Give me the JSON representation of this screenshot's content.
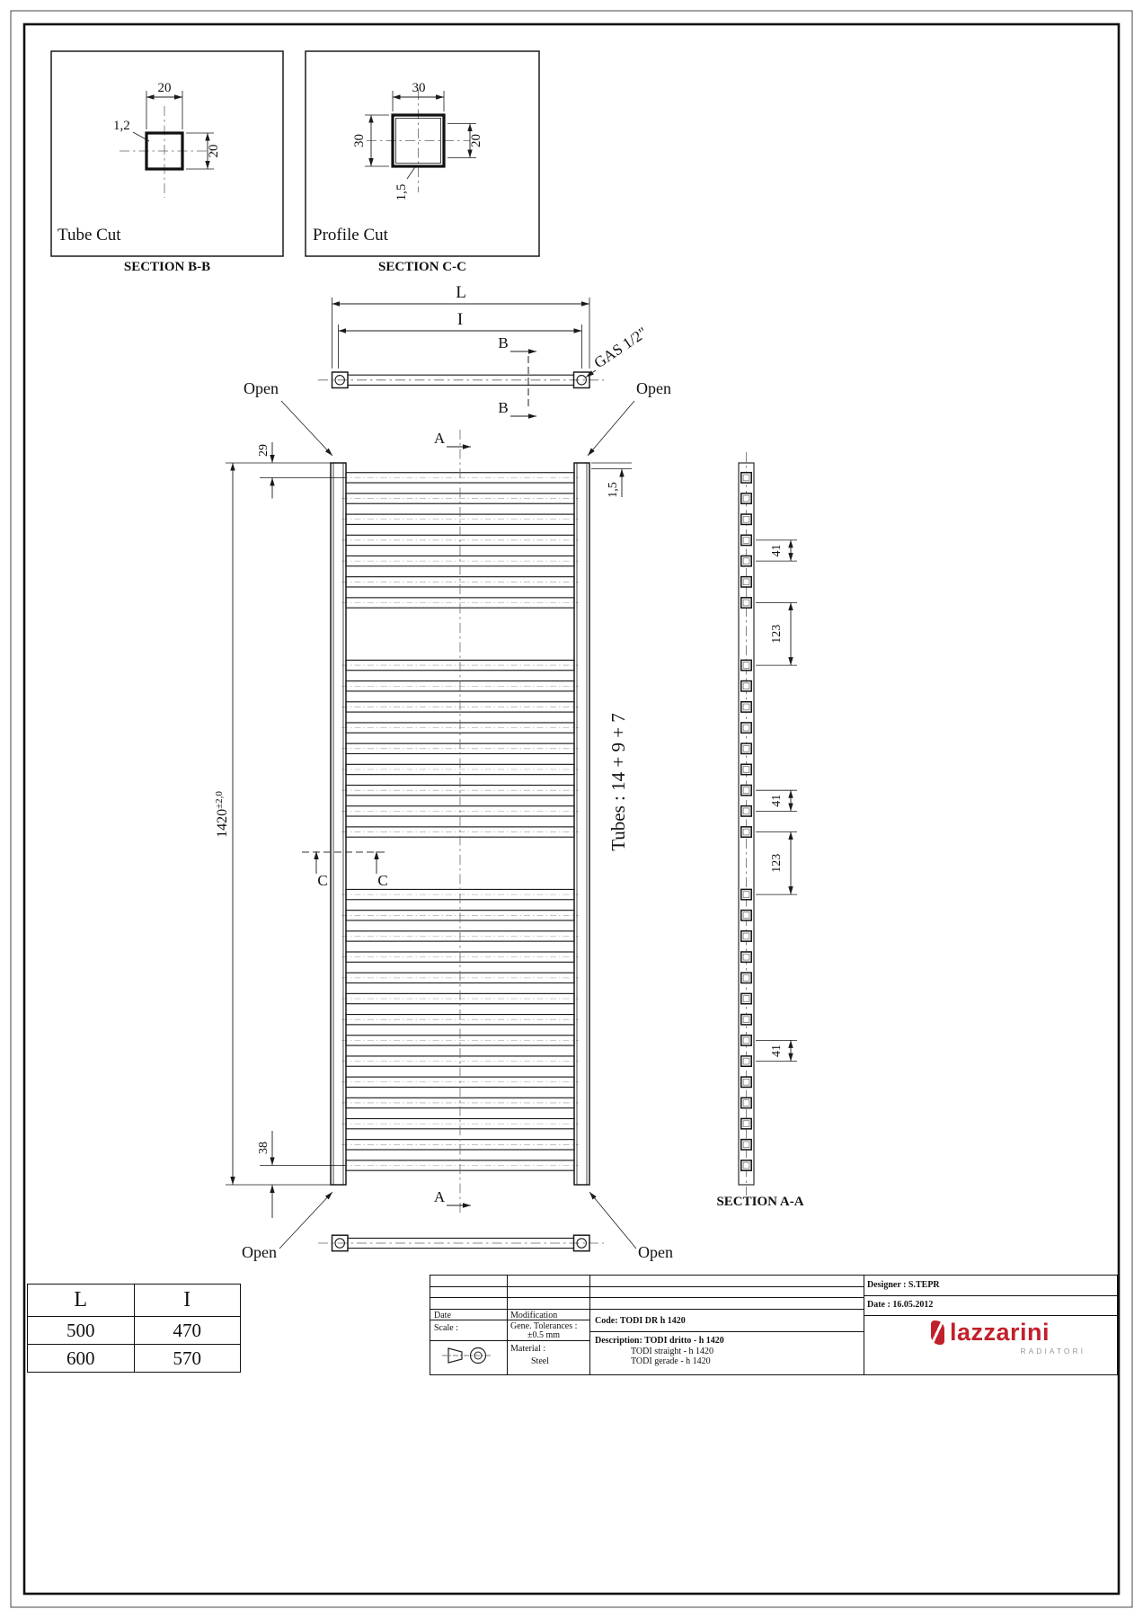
{
  "section_bb": {
    "title": "Tube Cut",
    "caption": "SECTION B-B",
    "dim_width": "20",
    "dim_height": "20",
    "dim_wall": "1,2"
  },
  "section_cc": {
    "title": "Profile Cut",
    "caption": "SECTION C-C",
    "dim_width": "30",
    "dim_height": "30",
    "dim_inner": "20",
    "dim_wall": "1,5"
  },
  "front_view": {
    "dim_L": "L",
    "dim_I": "I",
    "gas_label": "GAS 1/2\"",
    "open_label": "Open",
    "dim_height": "1420",
    "dim_height_tol": "±2,0",
    "dim_top_offset": "29",
    "dim_bottom_offset": "38",
    "dim_wall": "1,5",
    "tubes_label": "Tubes : 14 + 9 + 7",
    "marker_a": "A",
    "marker_b": "B",
    "marker_c": "C"
  },
  "section_aa": {
    "caption": "SECTION A-A",
    "dim_pitch": "41",
    "dim_gap": "123"
  },
  "size_table": {
    "headers": [
      "L",
      "I"
    ],
    "rows": [
      [
        "500",
        "470"
      ],
      [
        "600",
        "570"
      ]
    ]
  },
  "title_block": {
    "date_label": "Date",
    "modification_label": "Modification",
    "scale_label": "Scale :",
    "tolerances_label": "Gene. Tolerances :",
    "tolerances_value": "±0.5 mm",
    "material_label": "Material :",
    "material_value": "Steel",
    "code": "Code: TODI DR h 1420",
    "description_line1": "Description: TODI dritto - h 1420",
    "description_line2": "TODI straight - h 1420",
    "description_line3": "TODI gerade - h 1420",
    "designer": "Designer : S.TEPR",
    "date": "Date : 16.05.2012",
    "logo_text": "lazzarini",
    "logo_subtext": "RADIATORI"
  },
  "drawing": {
    "total_height_mm": 1420,
    "top_margin_mm": 29,
    "bottom_margin_mm": 38,
    "pitch_mm": 41,
    "gap_mm": 123,
    "tube_size_mm": 20,
    "tube_groups": [
      7,
      9,
      14
    ]
  },
  "colors": {
    "line": "#1a1a1a",
    "logo_red": "#c2202b"
  }
}
